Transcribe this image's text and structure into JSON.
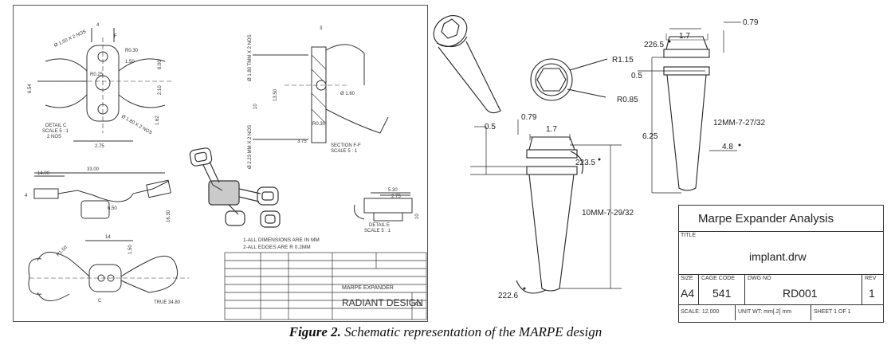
{
  "figure": {
    "caption_label": "Figure 2.",
    "caption_text": " Schematic representation of the MARPE design"
  },
  "left_drawing": {
    "detail_c": [
      "DETAIL C",
      "SCALE 5 : 1",
      "2 NOS"
    ],
    "section_ff": [
      "SECTION F-F",
      "SCALE 5 : 1"
    ],
    "detail_e": [
      "DETAIL E",
      "SCALE 5 : 1"
    ],
    "dims": {
      "d4": "4",
      "f": "F",
      "phi150": "Ø 1.50 X 2 NOS",
      "r030": "R0.30",
      "d150": "1.50",
      "d600": "6.00",
      "d654": "6.54",
      "r025": "R0.25",
      "d210": "2.10",
      "d162": "1.62",
      "phi180": "Ø 1.80 X 2 NOS",
      "d275": "2.75",
      "d3": "3",
      "m6": "Ø 1.80 TMM X 2 NOS",
      "d1350": "13.50",
      "d10": "10",
      "phi160": "Ø 1.60",
      "r030b": "R0.30",
      "phi223": "Ø 2.23 MM X 2 NOS",
      "d375": "3.75",
      "d1400": "14.00",
      "d3300": "33.00",
      "d4b": "4",
      "d650": "6.50",
      "d1630": "16.30",
      "d14": "14",
      "d150b": "1.50",
      "r150": "R1.50",
      "c": "C",
      "true": "TRUE 34.80",
      "d530": "5.30",
      "d275b": "2.75",
      "d10b": "10"
    },
    "notes": [
      "1-ALL DIMENSIONS ARE IN MM",
      "2-ALL EDGES ARE R 0.2MM"
    ],
    "titleblock": {
      "title": "MARPE EXPANDER",
      "company": "RADIANT DESIGN",
      "size": "A3"
    }
  },
  "right_drawing": {
    "dims": {
      "d079a": "0.79",
      "d17a": "1.7",
      "d2265": "226.5",
      "r115": "R1.15",
      "d05a": "0.5",
      "r085": "R0.85",
      "thread_top": "12MM-7-27/32",
      "d625": "6.25",
      "d48": "4.8",
      "d05b": "0.5",
      "d079b": "0.79",
      "d17b": "1.7",
      "d2235": "223.5",
      "thread_bottom": "10MM-7-29/32",
      "d2226": "222.6"
    },
    "title_block": {
      "main_title": "Marpe Expander Analysis",
      "title_label": "TITLE",
      "title_value": "implant.drw",
      "size_label": "SIZE",
      "size_value": "A4",
      "cage_label": "CAGE CODE",
      "cage_value": "541",
      "dwg_label": "DWG NO",
      "dwg_value": "RD001",
      "rev_label": "REV",
      "rev_value": "1",
      "scale_text": "SCALE: 12.000",
      "unit_text": "UNIT WT: mm[.2] mm",
      "sheet_text": "SHEET 1 OF 1"
    }
  }
}
